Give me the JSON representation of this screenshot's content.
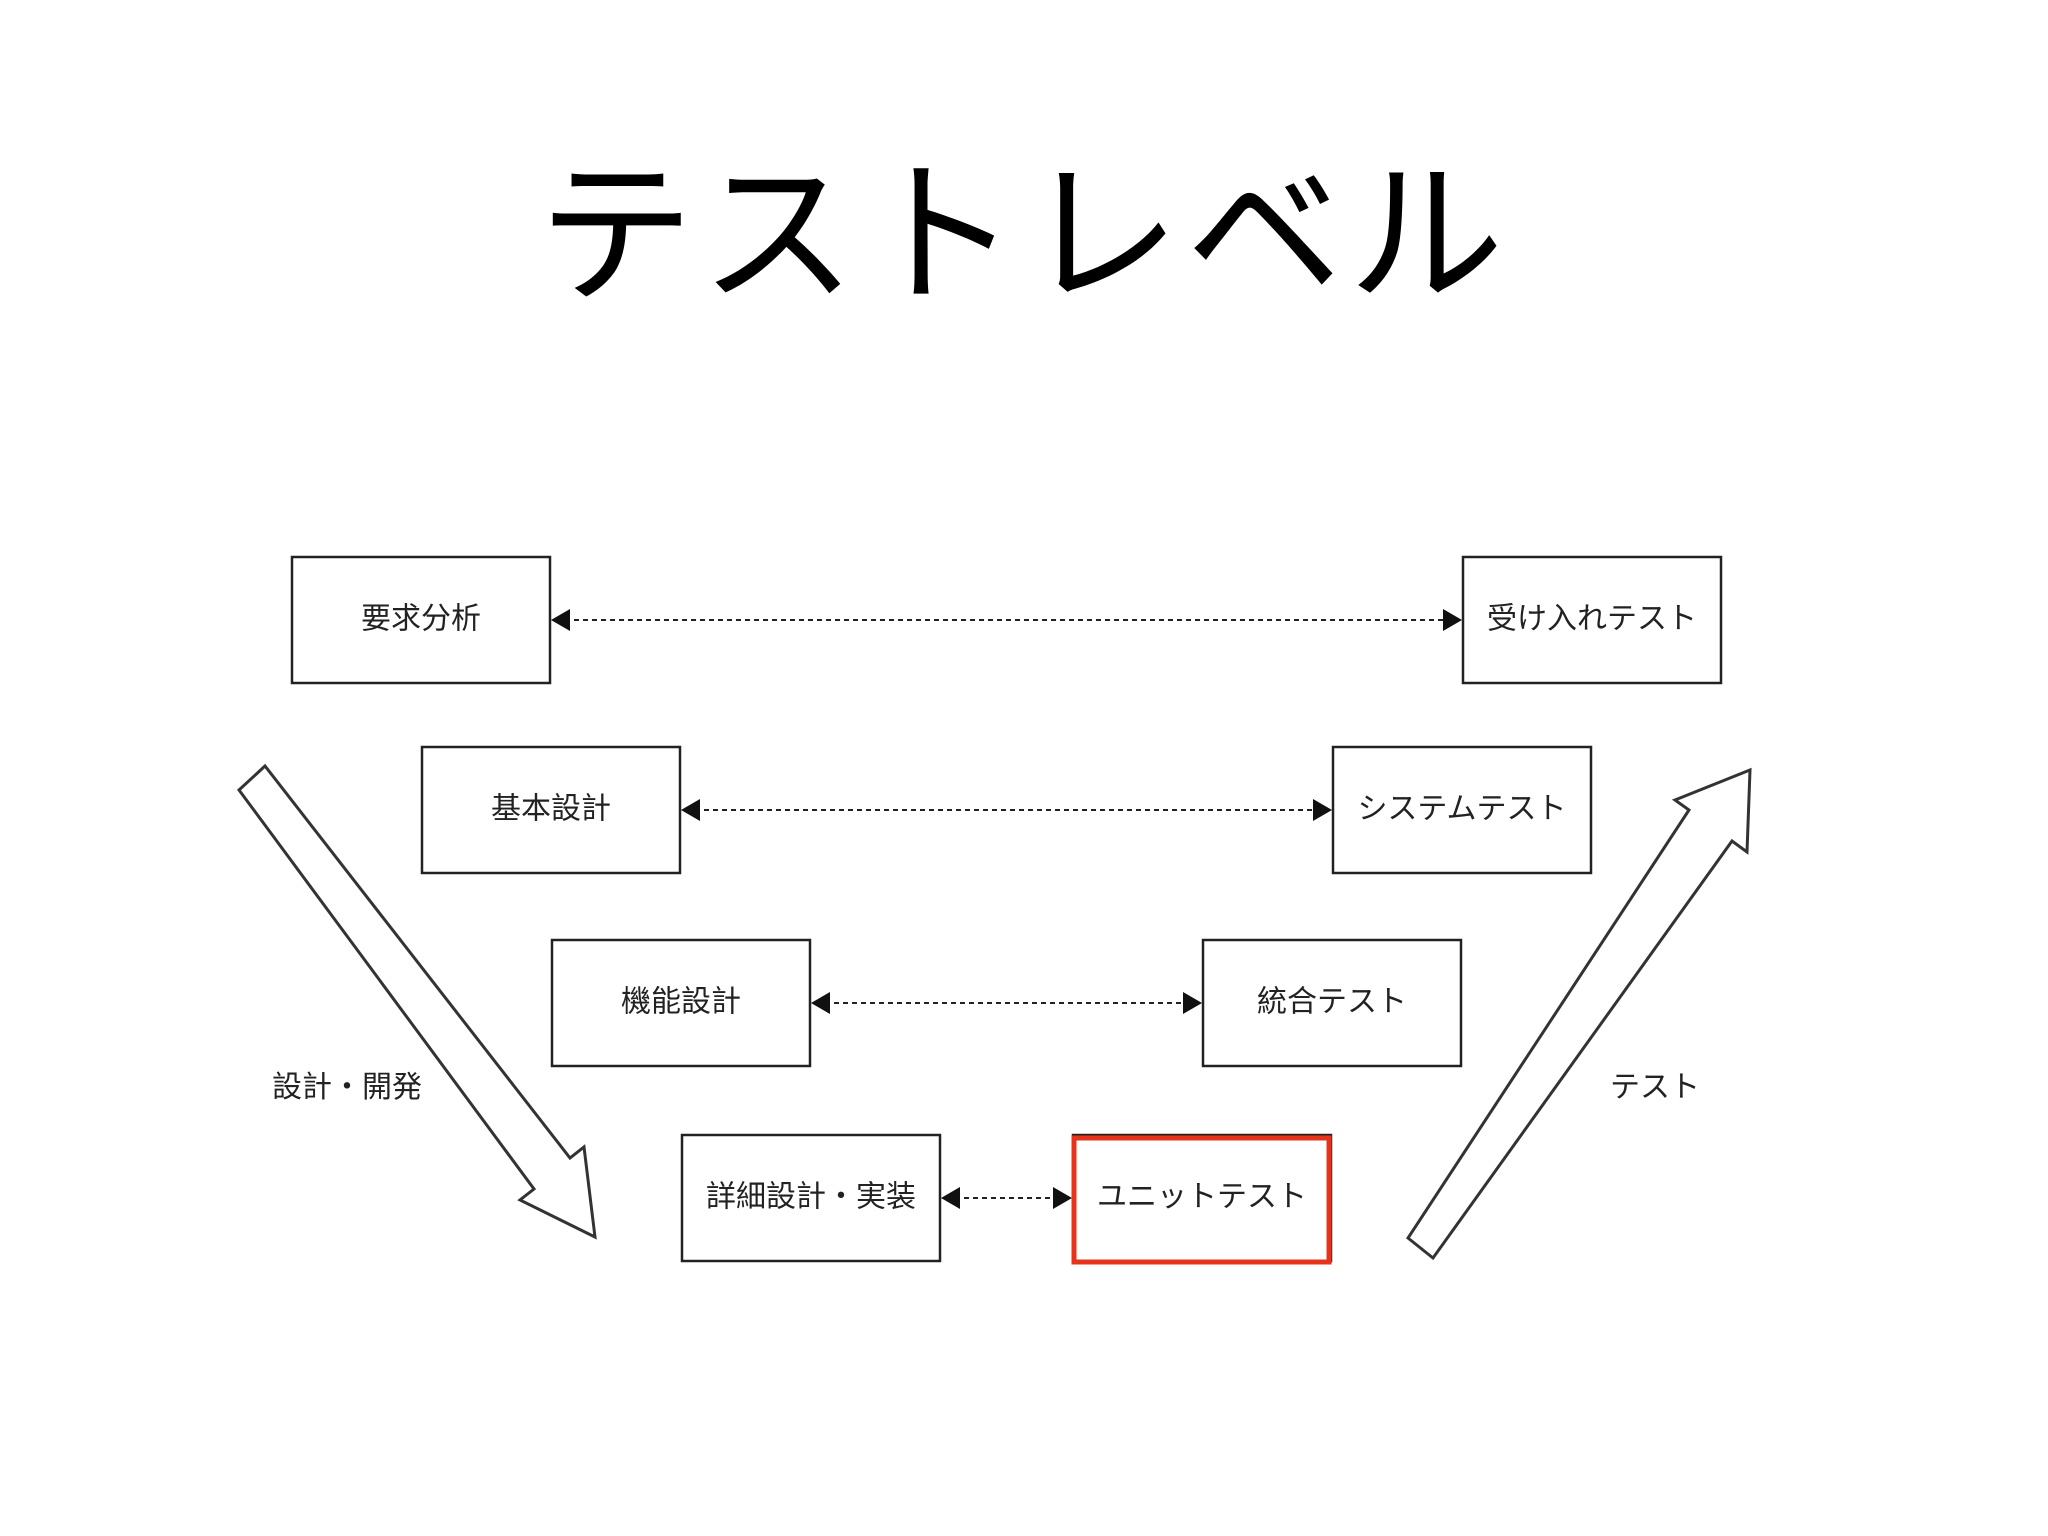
{
  "title": "テストレベル",
  "colors": {
    "line": "#222222",
    "highlight": "#e8331c",
    "background": "#ffffff"
  },
  "levels": [
    {
      "design": "要求分析",
      "test": "受け入れテスト",
      "highlight": false
    },
    {
      "design": "基本設計",
      "test": "システムテスト",
      "highlight": false
    },
    {
      "design": "機能設計",
      "test": "統合テスト",
      "highlight": false
    },
    {
      "design": "詳細設計・実装",
      "test": "ユニットテスト",
      "highlight": true
    }
  ],
  "left_arrow_label": "設計・開発",
  "right_arrow_label": "テスト",
  "icons": {
    "left_arrow": "down-right-arrow-icon",
    "right_arrow": "up-right-arrow-icon"
  }
}
